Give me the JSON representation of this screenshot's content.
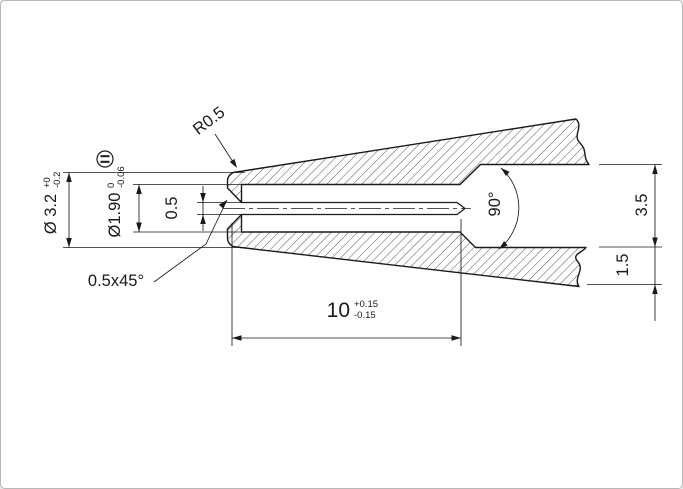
{
  "drawing": {
    "colors": {
      "line": "#1a1a1a",
      "background": "#ffffff",
      "border": "#b8b8b8"
    },
    "labels": {
      "dia_outer_main": "Ø 3.2",
      "dia_outer_tol_up": "+0",
      "dia_outer_tol_low": "-0.2",
      "dia_bore_main": "Ø1.90",
      "dia_bore_tol_up": "0",
      "dia_bore_tol_low": "-0.06",
      "slot_width": "0.5",
      "chamfer": "0.5x45°",
      "tip_radius": "R0.5",
      "cone_angle": "90°",
      "gap_height": "3.5",
      "wall_thickness": "1.5",
      "slot_depth_main": "10",
      "slot_depth_tol_up": "+0.15",
      "slot_depth_tol_low": "-0.15"
    }
  }
}
